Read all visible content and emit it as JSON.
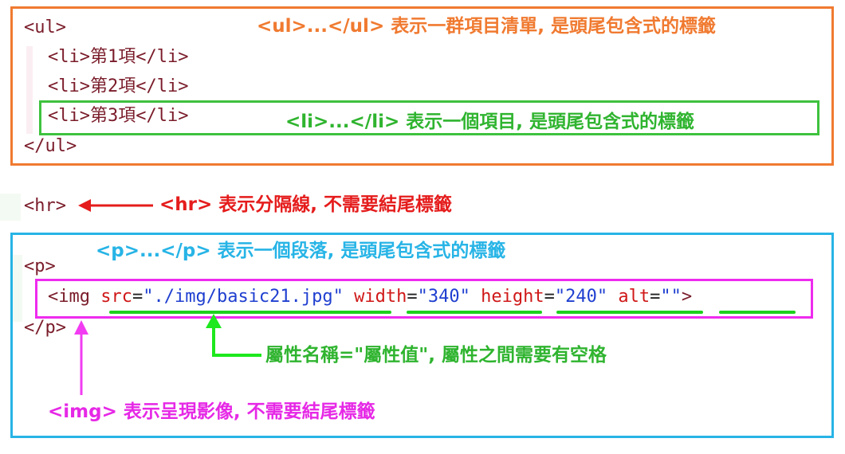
{
  "ul_section": {
    "open_tag": "<ul>",
    "items": [
      "<li>第1項</li>",
      "<li>第2項</li>",
      "<li>第3項</li>"
    ],
    "close_tag": "</ul>",
    "ul_note_tag": "<ul>...</ul>",
    "ul_note_text": " 表示一群項目清單, 是頭尾包含式的標籤",
    "li_note_tag": "<li>...</li>",
    "li_note_text": " 表示一個項目, 是頭尾包含式的標籤"
  },
  "hr_section": {
    "tag": "<hr>",
    "note_tag": "<hr>",
    "note_text": " 表示分隔線, 不需要結尾標籤"
  },
  "p_section": {
    "open_tag": "<p>",
    "close_tag": "</p>",
    "p_note_tag": "<p>...</p>",
    "p_note_text": " 表示一個段落, 是頭尾包含式的標籤",
    "img": {
      "tag_start": "<img",
      "src_name": "src",
      "src_value": "\"./img/basic21.jpg\"",
      "width_name": "width",
      "width_value": "\"340\"",
      "height_name": "height",
      "height_value": "\"240\"",
      "alt_name": "alt",
      "alt_value": "\"\"",
      "tag_end": ">",
      "equals": "="
    },
    "attr_note": "屬性名稱=\"屬性值\", 屬性之間需要有空格",
    "img_note_tag": "<img>",
    "img_note_text": " 表示呈現影像, 不需要結尾標籤"
  },
  "colors": {
    "ul_box": "#f07a30",
    "li_box": "#3ec23e",
    "hr_note": "#e51c1c",
    "p_box": "#27b4e6",
    "img_box": "#ee2bee",
    "attr_arrow": "#1ee81e",
    "img_arrow": "#f23cf2"
  }
}
